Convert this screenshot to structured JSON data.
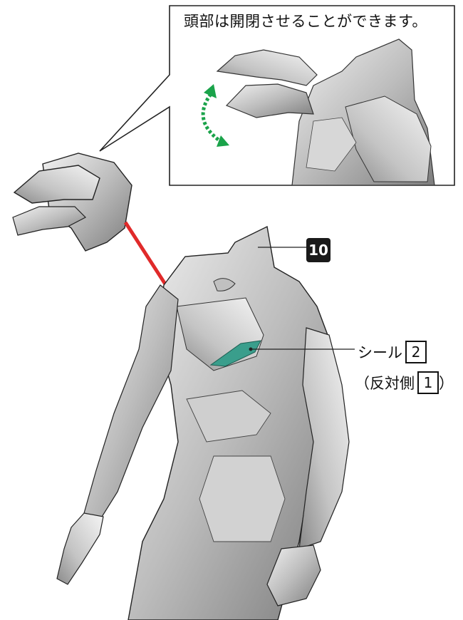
{
  "callout": {
    "text": "頭部は開閉させることができます。"
  },
  "part_badge": "10",
  "sticker": {
    "label": "シール",
    "number": "2",
    "opposite_open": "（反対側",
    "opposite_number": "1",
    "opposite_close": "）"
  },
  "colors": {
    "arrow": "#e02a2a",
    "open_close_arrow": "#1aa34a",
    "sticker": "#3a9e8c",
    "figure": "#b9b9b9"
  }
}
